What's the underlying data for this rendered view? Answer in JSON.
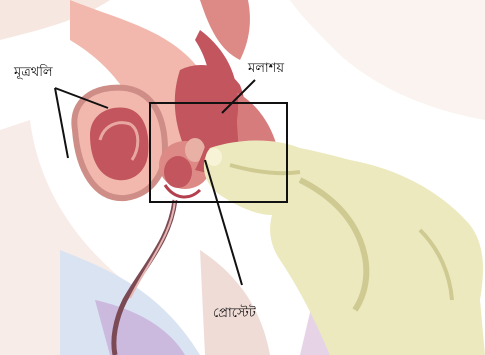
{
  "labels": {
    "bladder": "মূত্রথলি",
    "rectum": "মলাশয়",
    "prostate": "প্রোস্টেট"
  },
  "colors": {
    "background": "#ffffff",
    "skin": "#f3d9cf",
    "tissue_dark": "#c2555e",
    "tissue_mid": "#dd8a86",
    "tissue_light": "#f2b8ae",
    "glove": "#ede9bf",
    "glove_shadow": "#cfca91",
    "leg_blue": "#d9e3f2",
    "leg_purple": "#c8b2da",
    "line": "#111111"
  }
}
